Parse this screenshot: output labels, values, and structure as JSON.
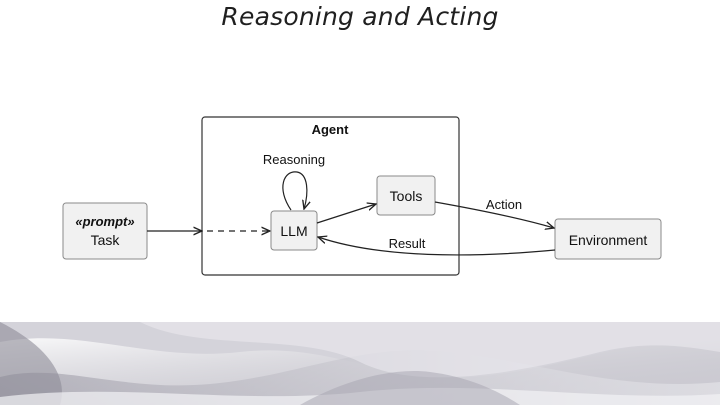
{
  "title": "Reasoning and Acting",
  "diagram": {
    "agent_label": "Agent",
    "task_stereotype": "«prompt»",
    "task_label": "Task",
    "llm_label": "LLM",
    "reasoning_label": "Reasoning",
    "tools_label": "Tools",
    "environment_label": "Environment",
    "action_label": "Action",
    "result_label": "Result"
  }
}
